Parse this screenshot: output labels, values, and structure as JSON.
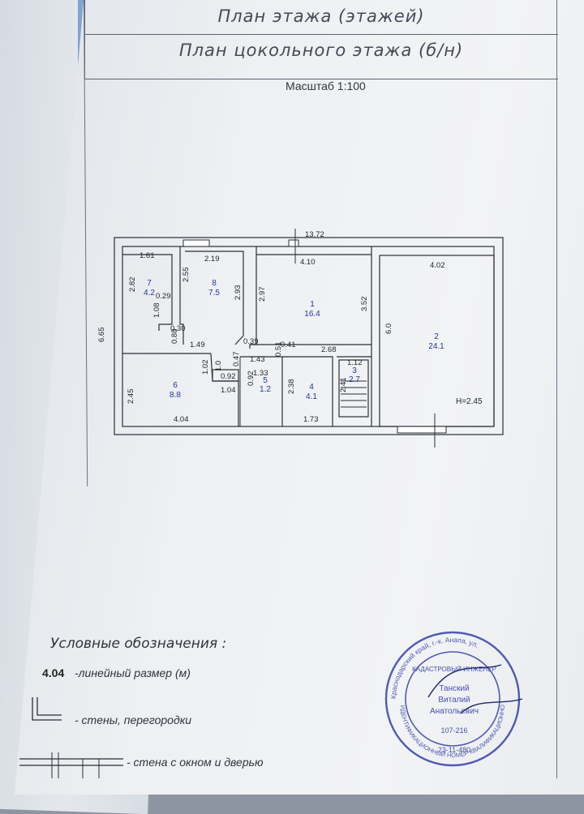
{
  "header": {
    "title": "План этажа (этажей)",
    "subtitle": "План цокольного этажа (б/н)",
    "scale": "Масштаб 1:100"
  },
  "plan": {
    "overall_width": "13.72",
    "overall_height": "6.65",
    "height_note": "Н=2.45",
    "rooms": [
      {
        "number": "1",
        "area": "16.4"
      },
      {
        "number": "2",
        "area": "24.1"
      },
      {
        "number": "3",
        "area": "2.7"
      },
      {
        "number": "4",
        "area": "4.1"
      },
      {
        "number": "5",
        "area": "1.2"
      },
      {
        "number": "6",
        "area": "8.8"
      },
      {
        "number": "7",
        "area": "4.2"
      },
      {
        "number": "8",
        "area": "7.5"
      }
    ],
    "dimensions": [
      "1.61",
      "2.19",
      "4.10",
      "4.02",
      "2.82",
      "0.29",
      "2.55",
      "2.93",
      "2.97",
      "3.52",
      "6.0",
      "1.08",
      "0.30",
      "0.88",
      "1.49",
      "0.39",
      "1.43",
      "0.51",
      "0.41",
      "2.68",
      "1.12",
      "1.0",
      "1.02",
      "0.47",
      "1.33",
      "0.92",
      "0.92",
      "2.38",
      "2.41",
      "2.45",
      "1.04",
      "4.04",
      "1.73"
    ]
  },
  "legend": {
    "title": "Условные обозначения :",
    "dimension_sample": "4.04",
    "dimension_text": "-линейный размер (м)",
    "walls_text": "- стены, перегородки",
    "openings_text": "- стена с окном и дверью"
  },
  "stamp": {
    "name_line1": "Танский",
    "name_line2": "Виталий",
    "name_line3": "Анатольевич",
    "role": "КАДАСТРОВЫЙ ИНЖЕНЕР",
    "ring_top": "Краснодарский край, г.-к. Анапа, ул.",
    "ring_bottom": "ИДЕНТИФИКАЦИОННЫЙ НОМЕР КВАЛИФИКАЦИОННОГО АТТЕСТАТА",
    "number": "23-11-480",
    "phone": "107-216"
  },
  "colors": {
    "ink": "#2a2e35",
    "stamp_blue": "#3340a8",
    "wall_gray": "#b9bdc4"
  }
}
